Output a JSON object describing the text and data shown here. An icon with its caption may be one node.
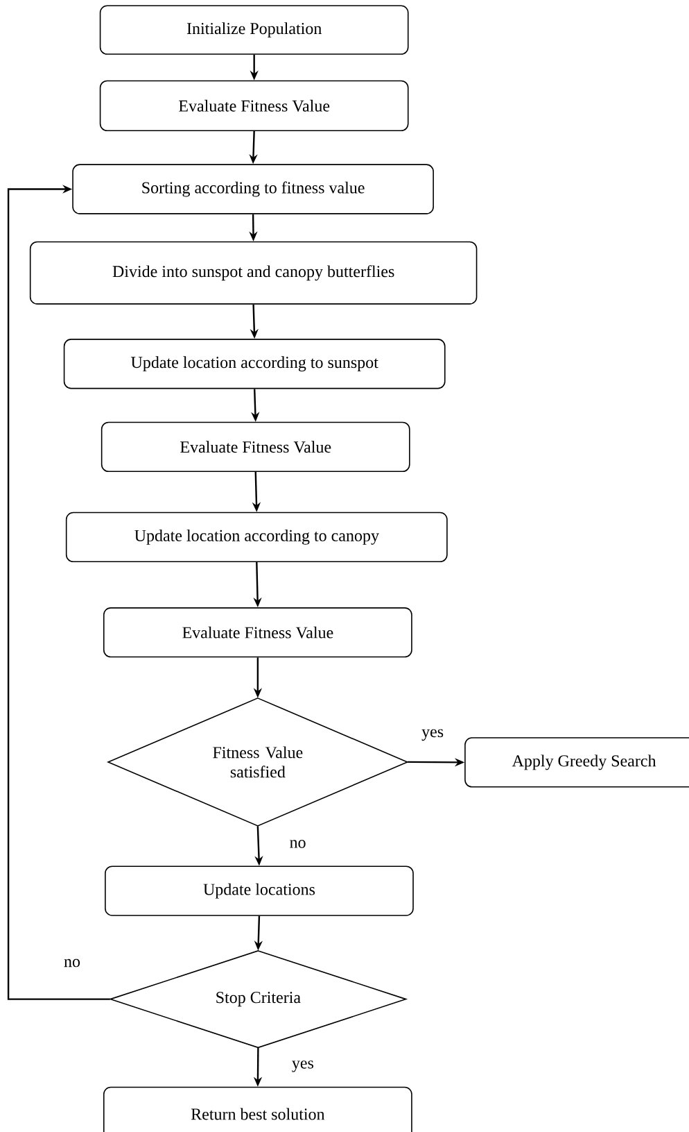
{
  "diagram": {
    "nodes": [
      {
        "text": [
          "Initialize Population"
        ]
      },
      {
        "text": [
          "Evaluate Fitness Value"
        ]
      },
      {
        "text": [
          "Sorting according to fitness value"
        ]
      },
      {
        "text": [
          "Divide into sunspot and canopy butterflies"
        ]
      },
      {
        "text": [
          "Update location according to sunspot"
        ]
      },
      {
        "text": [
          "Evaluate Fitness Value"
        ]
      },
      {
        "text": [
          "Update location according to canopy"
        ]
      },
      {
        "text": [
          "Evaluate Fitness Value"
        ]
      },
      {
        "text": [
          "Fitness Value satisfied"
        ]
      },
      {
        "text": [
          "Apply Greedy Search"
        ]
      },
      {
        "text": [
          "Update locations"
        ]
      },
      {
        "text": [
          "Stop Criteria"
        ]
      },
      {
        "text": [
          "Return best solution"
        ]
      }
    ],
    "edges": [
      {
        "from": 0,
        "to": 1,
        "arrow": "to"
      },
      {
        "from": 1,
        "to": 2,
        "arrow": "to"
      },
      {
        "from": 2,
        "to": 3,
        "arrow": "to"
      },
      {
        "from": 3,
        "to": 4,
        "arrow": "to"
      },
      {
        "from": 4,
        "to": 5,
        "arrow": "to"
      },
      {
        "from": 5,
        "to": 6,
        "arrow": "to"
      },
      {
        "from": 6,
        "to": 7,
        "arrow": "to"
      },
      {
        "from": 7,
        "to": 8,
        "arrow": "to"
      },
      {
        "from": 8,
        "to": 9,
        "arrow": "to",
        "label": "yes"
      },
      {
        "from": 8,
        "to": 10,
        "arrow": "to",
        "label": "no"
      },
      {
        "from": 10,
        "to": 11,
        "arrow": "to"
      },
      {
        "from": 11,
        "to": 2,
        "arrow": "to",
        "label": "no"
      },
      {
        "from": 11,
        "to": 12,
        "arrow": "to",
        "label": "yes"
      }
    ]
  }
}
